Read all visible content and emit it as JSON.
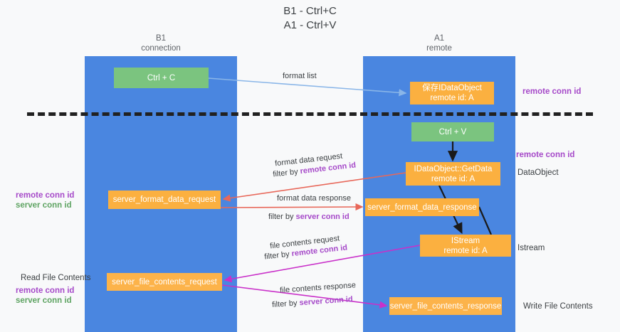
{
  "title": {
    "line1": "B1 - Ctrl+C",
    "line2": "A1 - Ctrl+V"
  },
  "lanes": [
    {
      "name": "B1",
      "sub": "connection",
      "color": "#4a86e0"
    },
    {
      "name": "A1",
      "sub": "remote",
      "color": "#4a86e0"
    }
  ],
  "nodes": {
    "ctrl_c": {
      "label": "Ctrl + C",
      "color": "#7bc47f"
    },
    "save_idataobject": {
      "line1": "保存IDataObject",
      "line2": "remote id: A",
      "color": "#fbb040"
    },
    "ctrl_v": {
      "label": "Ctrl + V",
      "color": "#7bc47f"
    },
    "getdata": {
      "line1": "IDataObject::GetData",
      "line2": "remote id: A",
      "color": "#fbb040"
    },
    "server_format_data_request": {
      "label": "server_format_data_request",
      "color": "#fbb040"
    },
    "server_format_data_response": {
      "label": "server_format_data_response",
      "color": "#fbb040"
    },
    "istream": {
      "line1": "IStream",
      "line2": "remote id: A",
      "color": "#fbb040"
    },
    "server_file_contents_request": {
      "label": "server_file_contents_request",
      "color": "#fbb040"
    },
    "server_file_contents_response": {
      "label": "server_file_contents_response",
      "color": "#fbb040"
    }
  },
  "edges": {
    "format_list": {
      "label": "format list",
      "color": "#8ab6e8"
    },
    "format_data_request": {
      "label": "format data request",
      "filter_prefix": "filter by ",
      "filter_key": "remote conn id",
      "color": "#e8685a"
    },
    "format_data_response": {
      "label": "format data response",
      "filter_prefix": "filter by ",
      "filter_key": "server conn id",
      "color": "#e8685a"
    },
    "file_contents_request": {
      "label": "file contents request",
      "filter_prefix": "filter by ",
      "filter_key": "remote conn id",
      "color": "#c930c9"
    },
    "file_contents_response": {
      "label": "file contents response",
      "filter_prefix": "filter by ",
      "filter_key": "server conn id",
      "color": "#c930c9"
    }
  },
  "annotations": {
    "remote_conn_id_top": "remote conn id",
    "remote_conn_id_mid": "remote conn id",
    "dataobject": "DataObject",
    "istream": "Istream",
    "write_file_contents": "Write File Contents",
    "read_file_contents": "Read File Contents",
    "left_remote_conn_id_1": "remote conn id",
    "left_server_conn_id_1": "server conn id",
    "left_remote_conn_id_2": "remote conn id",
    "left_server_conn_id_2": "server conn id"
  },
  "colors": {
    "lane": "#4a86e0",
    "green_node": "#7bc47f",
    "orange_node": "#fbb040",
    "purple_text": "#a64ac9",
    "green_text": "#5fa463",
    "red_arrow": "#e8685a",
    "magenta_arrow": "#c930c9",
    "blue_arrow": "#8ab6e8",
    "divider": "#212121",
    "background": "#f8f9fa"
  }
}
